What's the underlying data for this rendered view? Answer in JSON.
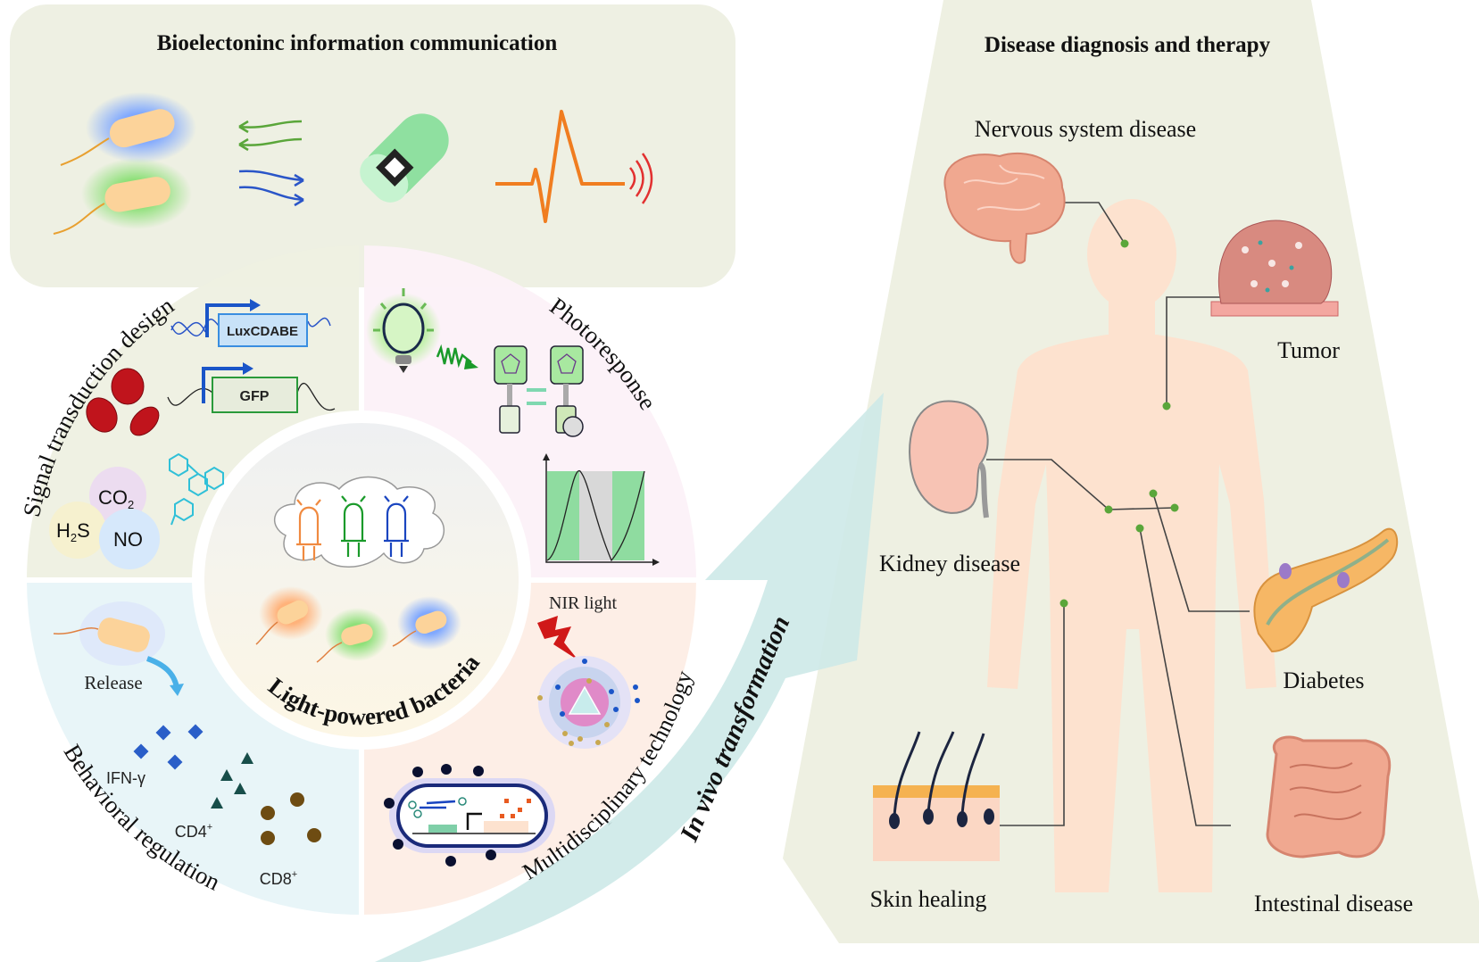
{
  "top_panel": {
    "title": "Bioelectoninc information communication",
    "icons": [
      "bacterium-blue-glow",
      "bacterium-green-glow",
      "signal-arrows",
      "electronic-capsule",
      "ecg-signal",
      "wireless-waves"
    ]
  },
  "wheel": {
    "center_label": "Light-powered bacteria",
    "quadrants": {
      "signal_transduction": {
        "label": "Signal transduction design",
        "gene_1": "LuxCDABE",
        "gene_2": "GFP",
        "gas_1": "CO",
        "gas_1_sub": "2",
        "gas_2": "H",
        "gas_2_sub": "2",
        "gas_2_tail": "S",
        "gas_3": "NO"
      },
      "photoresponse": {
        "label": "Photoresponse"
      },
      "behavioral_regulation": {
        "label": "Behavioral regulation",
        "release": "Release",
        "ifn": "IFN-γ",
        "cd4": "CD4",
        "cd8": "CD8",
        "sup": "+"
      },
      "multidisciplinary": {
        "label": "Multidisciplinary technology",
        "nir": "NIR light"
      }
    },
    "colors": {
      "signal_transduction": "#eef0e1",
      "photoresponse": "#fcf1f8",
      "behavioral_regulation": "#e8f5f8",
      "multidisciplinary": "#fdeee6"
    }
  },
  "arrow": {
    "label": "In vivo transformation",
    "color": "#cde9e8"
  },
  "right_panel": {
    "title": "Disease diagnosis and therapy",
    "diseases": [
      {
        "label": "Nervous system disease",
        "organ": "brain"
      },
      {
        "label": "Tumor",
        "organ": "tumor-tissue"
      },
      {
        "label": "Kidney disease",
        "organ": "kidney"
      },
      {
        "label": "Diabetes",
        "organ": "pancreas"
      },
      {
        "label": "Skin healing",
        "organ": "skin"
      },
      {
        "label": "Intestinal disease",
        "organ": "intestine"
      }
    ],
    "dot_color": "#5aa63a",
    "body_color": "#fde2cf"
  }
}
